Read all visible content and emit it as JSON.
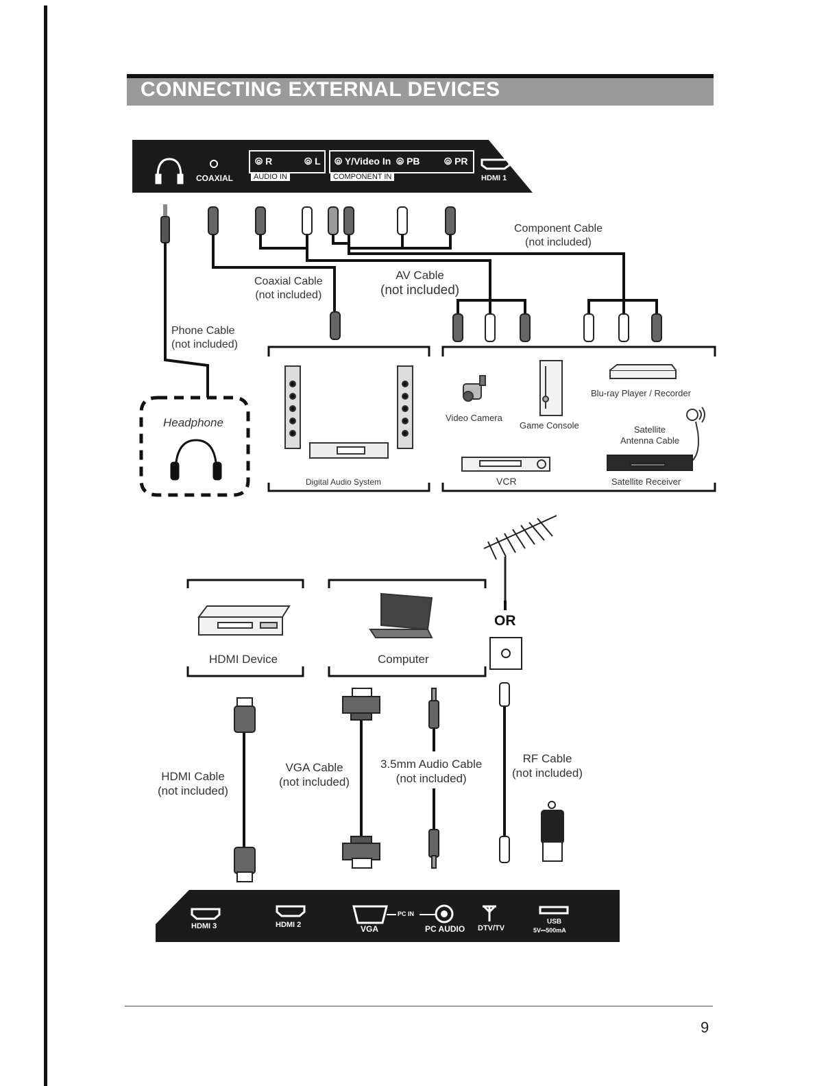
{
  "header": {
    "title": "CONNECTING EXTERNAL DEVICES"
  },
  "top_panel": {
    "coaxial": "COAXIAL",
    "audio_r": "R",
    "audio_l": "L",
    "audio_in": "AUDIO IN",
    "video_in": "Y/Video In",
    "pb": "PB",
    "pr": "PR",
    "component_in": "COMPONENT IN",
    "hdmi1": "HDMI 1"
  },
  "cables_top": {
    "component": [
      "Component Cable",
      "(not included)"
    ],
    "av": [
      "AV Cable",
      "(not included)"
    ],
    "coaxial": [
      "Coaxial Cable",
      "(not included)"
    ],
    "phone": [
      "Phone Cable",
      "(not included)"
    ]
  },
  "devices_top": {
    "headphone": "Headphone",
    "digital_audio": "Digital Audio System",
    "video_camera": "Video Camera",
    "game_console": "Game Console",
    "bluray": "Blu-ray Player / Recorder",
    "satellite_cable": [
      "Satellite",
      "Antenna Cable"
    ],
    "vcr": "VCR",
    "satellite_receiver": "Satellite Receiver"
  },
  "devices_bottom": {
    "hdmi_device": "HDMI Device",
    "computer": "Computer",
    "or": "OR"
  },
  "cables_bottom": {
    "hdmi": [
      "HDMI Cable",
      "(not included)"
    ],
    "vga": [
      "VGA Cable",
      "(not included)"
    ],
    "audio35": [
      "3.5mm Audio Cable",
      "(not included)"
    ],
    "rf": [
      "RF Cable",
      "(not included)"
    ]
  },
  "bottom_panel": {
    "hdmi3": "HDMI 3",
    "hdmi2": "HDMI 2",
    "pc_in": "PC IN",
    "vga": "VGA",
    "pc_audio": "PC AUDIO",
    "dtv": "DTV/TV",
    "usb": "USB",
    "usb_rating": "5V⎓500mA"
  },
  "page_number": "9"
}
